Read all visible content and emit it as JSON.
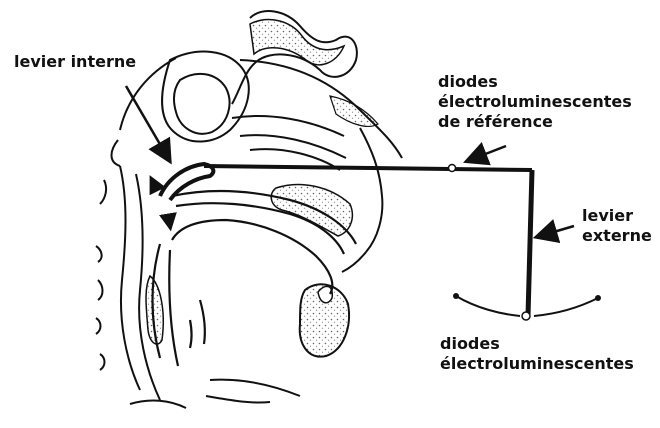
{
  "labels": {
    "internal_lever": "levier interne",
    "reference_diodes": [
      "diodes",
      "électroluminescentes",
      "de référence"
    ],
    "external_lever": [
      "levier",
      "externe"
    ],
    "diodes": [
      "diodes",
      "électroluminescentes"
    ]
  },
  "colors": {
    "ink": "#111111",
    "stipple": "#777777"
  }
}
